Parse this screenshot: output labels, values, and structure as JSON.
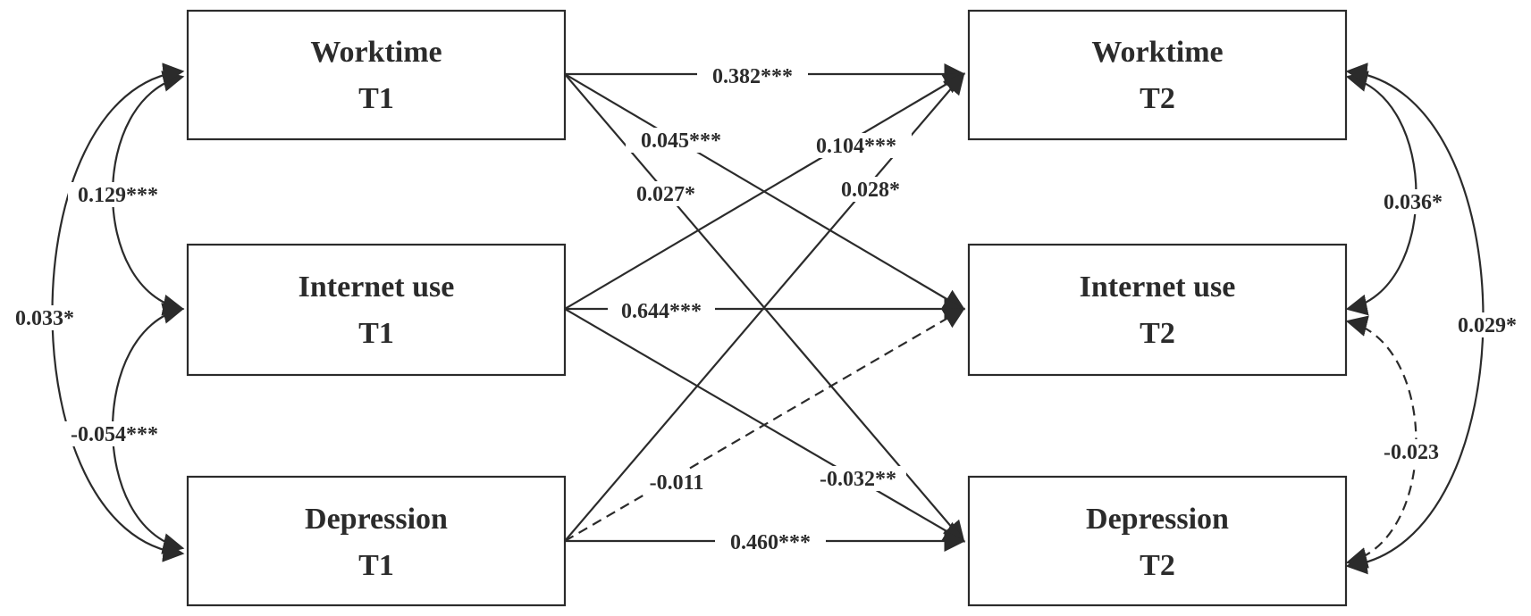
{
  "nodes": {
    "worktime_t1": {
      "title": "Worktime",
      "wave": "T1"
    },
    "internet_t1": {
      "title": "Internet use",
      "wave": "T1"
    },
    "depression_t1": {
      "title": "Depression",
      "wave": "T1"
    },
    "worktime_t2": {
      "title": "Worktime",
      "wave": "T2"
    },
    "internet_t2": {
      "title": "Internet use",
      "wave": "T2"
    },
    "depression_t2": {
      "title": "Depression",
      "wave": "T2"
    }
  },
  "paths": {
    "worktime_stability": {
      "from": "worktime_t1",
      "to": "worktime_t2",
      "label": "0.382***",
      "style": "solid"
    },
    "worktime_to_internet": {
      "from": "worktime_t1",
      "to": "internet_t2",
      "label": "0.045***",
      "style": "solid"
    },
    "worktime_to_depression": {
      "from": "worktime_t1",
      "to": "depression_t2",
      "label": "0.027*",
      "style": "solid"
    },
    "internet_to_worktime": {
      "from": "internet_t1",
      "to": "worktime_t2",
      "label": "0.104***",
      "style": "solid"
    },
    "internet_stability": {
      "from": "internet_t1",
      "to": "internet_t2",
      "label": "0.644***",
      "style": "solid"
    },
    "internet_to_depression": {
      "from": "internet_t1",
      "to": "depression_t2",
      "label": "-0.032**",
      "style": "solid"
    },
    "depression_to_worktime": {
      "from": "depression_t1",
      "to": "worktime_t2",
      "label": "0.028*",
      "style": "solid"
    },
    "depression_to_internet": {
      "from": "depression_t1",
      "to": "internet_t2",
      "label": "-0.011",
      "style": "dashed"
    },
    "depression_stability": {
      "from": "depression_t1",
      "to": "depression_t2",
      "label": "0.460***",
      "style": "solid"
    }
  },
  "covariances": {
    "t1_worktime_internet": {
      "label": "0.129***",
      "style": "solid"
    },
    "t1_internet_depression": {
      "label": "-0.054***",
      "style": "solid"
    },
    "t1_worktime_depression": {
      "label": "0.033*",
      "style": "solid"
    },
    "t2_worktime_internet": {
      "label": "0.036*",
      "style": "solid"
    },
    "t2_internet_depression": {
      "label": "-0.023",
      "style": "dashed"
    },
    "t2_worktime_depression": {
      "label": "0.029*",
      "style": "solid"
    }
  },
  "colors": {
    "stroke": "#2b2b2b",
    "background": "#ffffff"
  }
}
